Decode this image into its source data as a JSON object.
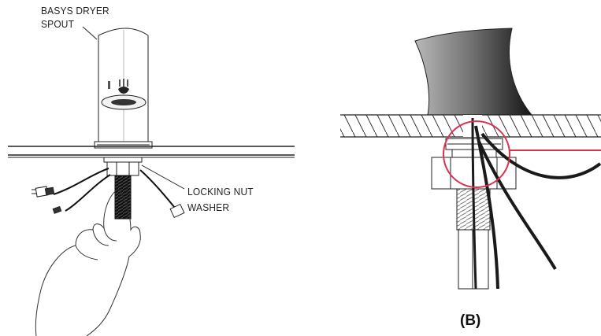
{
  "labels": {
    "spout_line1": "BASYS DRYER",
    "spout_line2": "SPOUT",
    "nut_line1": "LOCKING NUT",
    "nut_line2": "WASHER",
    "figure_b": "(B)"
  },
  "colors": {
    "line": "#222222",
    "callout": "#d9334f",
    "cable": "#1a1a1a"
  },
  "icons": {
    "spout_symbol": "hand-dryer-icon"
  }
}
